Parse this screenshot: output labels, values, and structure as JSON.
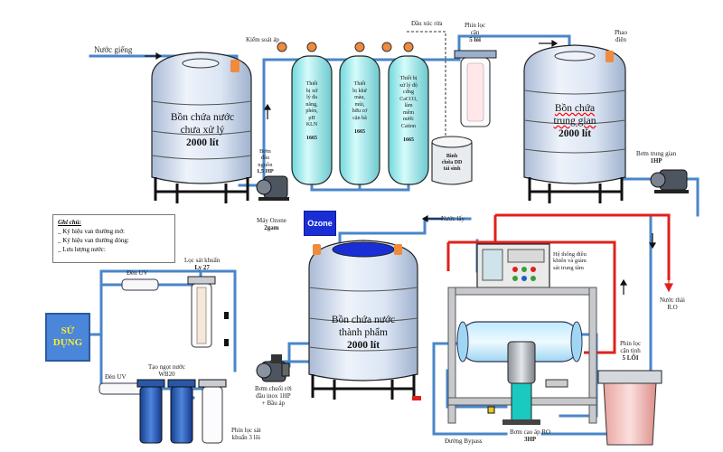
{
  "labels": {
    "nuoc_gieng": "Nước giếng",
    "kiem_soat_ap": "Kiểm soát áp",
    "dau_xuc_rua": "Đầu xúc rửa",
    "phin_loc_can_top": [
      "Phin lọc",
      "cặn",
      "5 lõi"
    ],
    "phao_dien": [
      "Phao",
      "điện"
    ],
    "bom_dau_nguon": [
      "Bơm",
      "đầu",
      "nguồn",
      "1,5 HP"
    ],
    "binh_chua_dd": [
      "Bình",
      "chứa DD",
      "tái sinh"
    ],
    "bom_trung_gian": [
      "Bơm trung gian",
      "1HP"
    ],
    "may_ozone": [
      "Máy Ozone",
      "2gam"
    ],
    "ozone_box": "Ozone",
    "nuoc_lay": "Nước lấy",
    "he_thong_dieu_khien": [
      "Hệ thống điều",
      "khiển và giám",
      "sát trung tâm"
    ],
    "nuoc_thai_ro": [
      "Nước thải",
      "R.O"
    ],
    "den_uv_top": "Đèn UV",
    "den_uv_bottom": "Đèn UV",
    "loc_sat_khuan": [
      "Lọc sát khuẩn",
      "Ly 27"
    ],
    "tao_ngot_nuoc": [
      "Tạo ngọt nước",
      "WB20"
    ],
    "phin_loc_sat_khuan": [
      "Phin lọc sát",
      "khuẩn 3 lõi"
    ],
    "bom_chuoi": [
      "Bơm chuối rời",
      "đầu inox 1HP",
      "+ Bầu áp"
    ],
    "phin_loc_can_tinh": [
      "Phin lọc",
      "cặn tinh",
      "5 LÕI"
    ],
    "bom_cao_ap": [
      "Bơm cao áp RO",
      "3HP"
    ],
    "duong_bypass": "Đường Bypass",
    "su_dung": [
      "SỬ",
      "DỤNG"
    ]
  },
  "tanks": {
    "raw": [
      "Bồn chứa nước",
      "chưa xử lý",
      "2000 lít"
    ],
    "mid": [
      "Bồn chứa",
      "trung gian",
      "2000 lít"
    ],
    "product": [
      "Bồn chứa nước",
      "thành phẩm",
      "2000 lít"
    ]
  },
  "filters": {
    "f1": [
      "Thiết",
      "bị xử",
      "lý đa",
      "năng,",
      "phèn,",
      "pH",
      "KLN",
      "",
      "1665"
    ],
    "f2": [
      "Thiết",
      "bị khử",
      "màu,",
      "mùi,",
      "hữu cơ",
      "cặn bã",
      "",
      "1665"
    ],
    "f3": [
      "Thiết bị",
      "xử lý độ",
      "cứng",
      "CaCO3,",
      "làm",
      "mềm",
      "nước",
      "Cation",
      "",
      "1665"
    ]
  },
  "legend": {
    "title": "Ghi chú:",
    "items": [
      "_ Ký hiệu van thường mở:",
      "_ Ký hiệu van thường đóng:",
      "_ Lưu lượng nước:"
    ]
  },
  "colors": {
    "pipe_blue": "#4a86c8",
    "pipe_red": "#e0201c",
    "tank_body": "#d7e3f4",
    "filter_cyan": "#a8eef0",
    "valve_orange": "#f08a3c",
    "stand_black": "#111111"
  }
}
